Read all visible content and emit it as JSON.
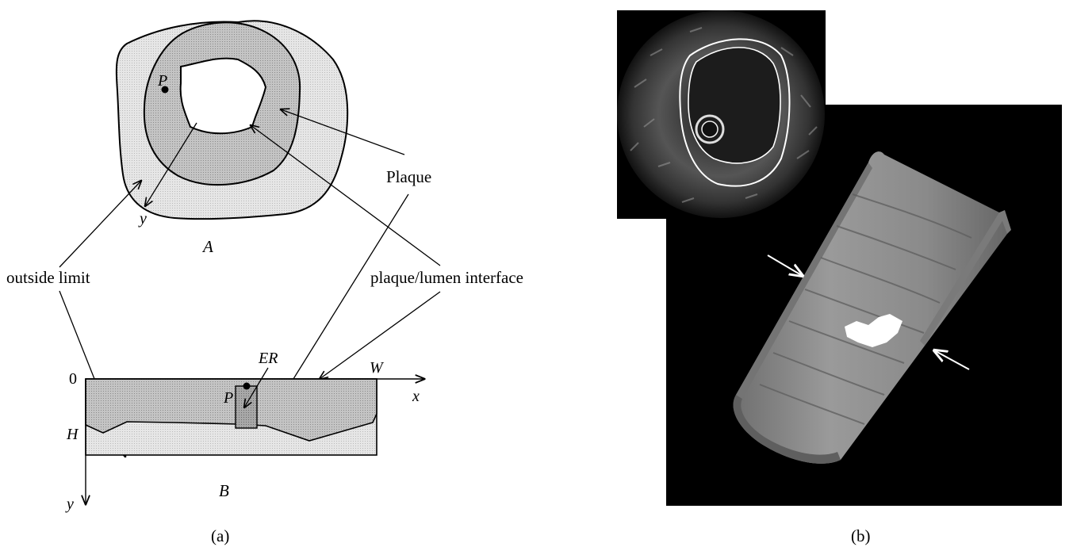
{
  "panel_a": {
    "caption": "(a)",
    "view_a_label": "A",
    "view_b_label": "B",
    "point_label_a": "P",
    "point_label_b": "P",
    "axis_y_label_a": "y",
    "axis_y_label_b": "y",
    "axis_x_label": "x",
    "origin_label": "0",
    "width_label": "W",
    "height_label": "H",
    "region_label": "ER",
    "callouts": {
      "plaque": "Plaque",
      "outside_limit": "outside limit",
      "interface": "plaque/lumen interface"
    },
    "colors": {
      "plaque_fill": "#bdbdbd",
      "outer_fill": "#e3e3e3",
      "line": "#000000"
    }
  },
  "panel_b": {
    "caption": "(b)",
    "colors": {
      "background": "#000000",
      "vessel_surface": "#8c8c8c",
      "cut_edge": "#6a6a6a",
      "highlight": "#ffffff",
      "contour": "#ffffff"
    }
  }
}
